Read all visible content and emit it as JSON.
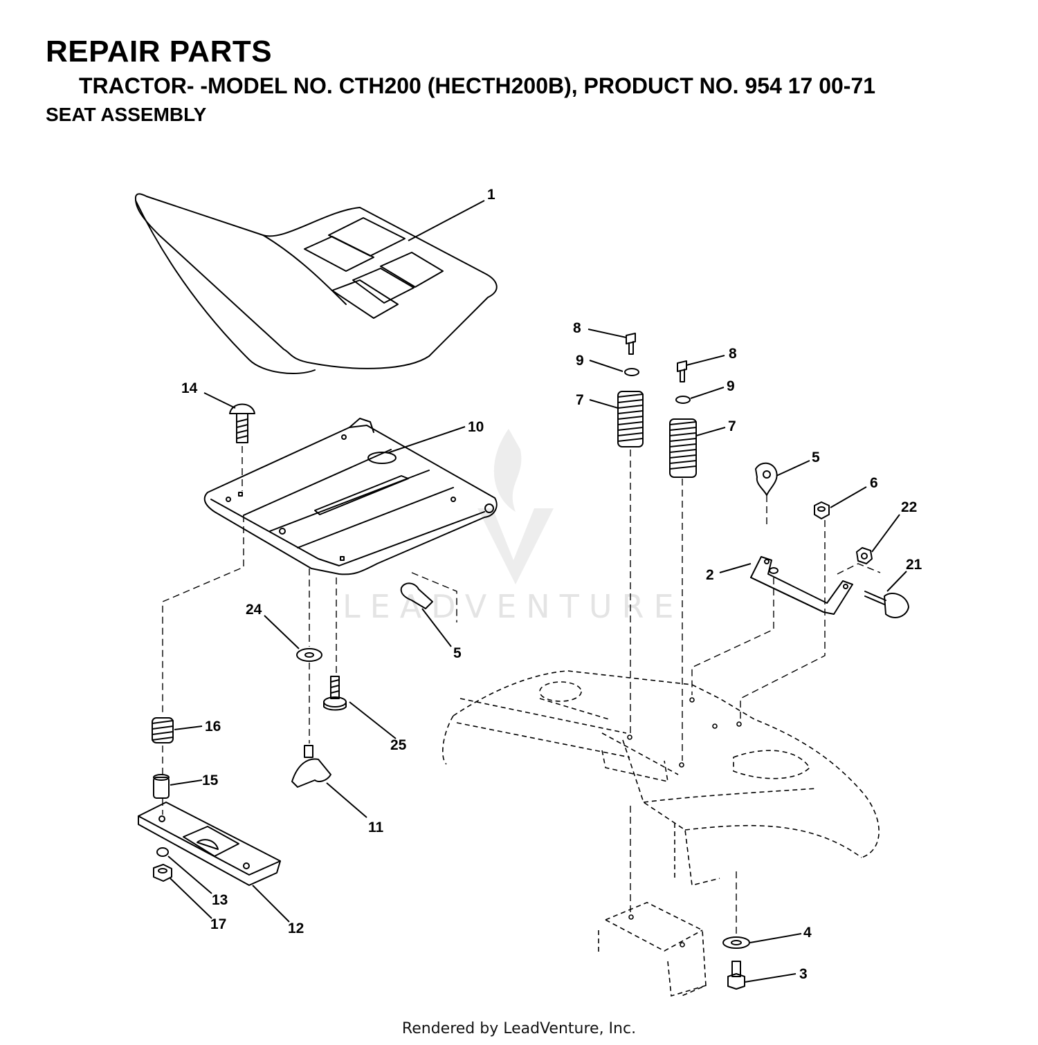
{
  "header": {
    "title": "REPAIR PARTS",
    "subtitle": "TRACTOR- -MODEL NO. CTH200 (HECTH200B), PRODUCT NO. 954 17 00-71",
    "section": "SEAT ASSEMBLY"
  },
  "watermark": "LEADVENTURE",
  "footer": "Rendered by LeadVenture, Inc.",
  "callouts": {
    "c1": "1",
    "c2": "2",
    "c3": "3",
    "c4": "4",
    "c5a": "5",
    "c5b": "5",
    "c6": "6",
    "c7a": "7",
    "c7b": "7",
    "c8a": "8",
    "c8b": "8",
    "c9a": "9",
    "c9b": "9",
    "c10": "10",
    "c11": "11",
    "c12": "12",
    "c13": "13",
    "c14": "14",
    "c15": "15",
    "c16": "16",
    "c17": "17",
    "c21": "21",
    "c22": "22",
    "c24": "24",
    "c25": "25"
  }
}
